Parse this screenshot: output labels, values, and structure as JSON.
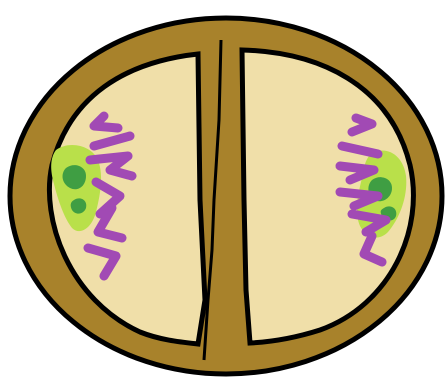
{
  "colors": {
    "background": "#ffffff",
    "wall": "#a8822b",
    "outline": "#000000",
    "cytoplasm": "#f0dfa9",
    "chromosome": "#a14ab4",
    "chloroplast_light": "#b9e04a",
    "chloroplast_dark": "#3f9e43"
  },
  "diagram": {
    "icon": "dividing-cell-illustration",
    "cells": [
      {
        "name": "left-daughter-cell",
        "chromosome_strands": 6,
        "chloroplast_cluster": true
      },
      {
        "name": "right-daughter-cell",
        "chromosome_strands": 6,
        "chloroplast_cluster": true
      }
    ],
    "cell_plate": {
      "name": "forming-cell-wall-divider"
    }
  }
}
